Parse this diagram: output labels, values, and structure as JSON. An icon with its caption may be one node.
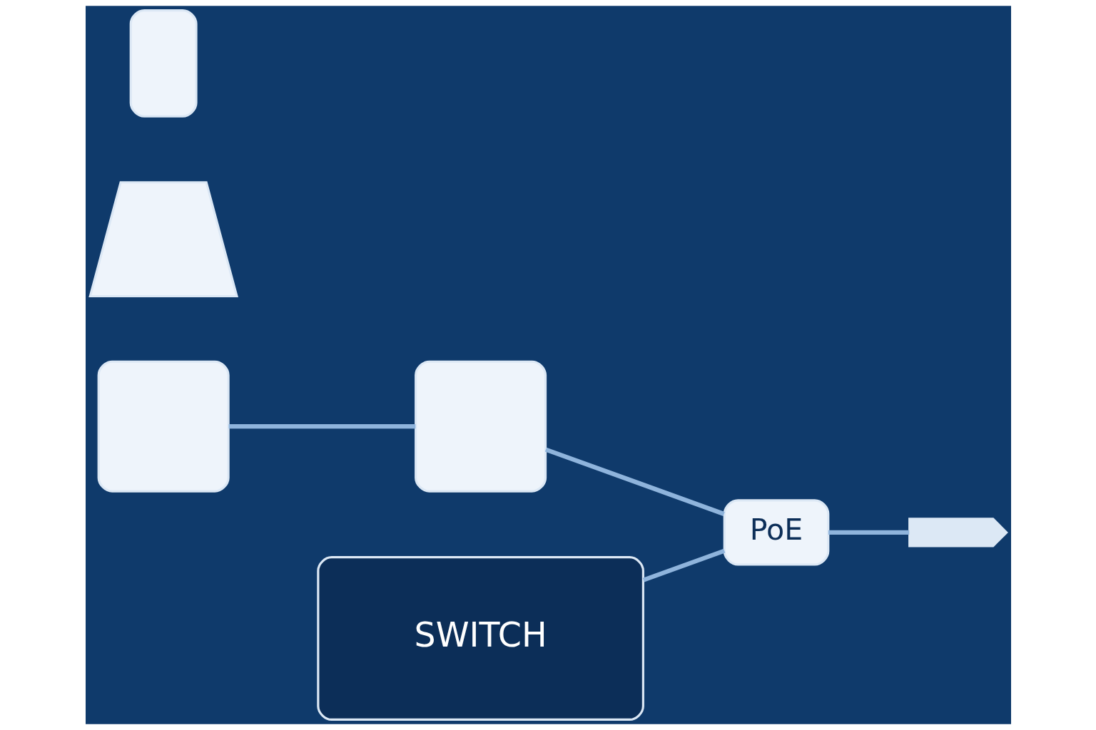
{
  "diagram": {
    "nodes": [
      {
        "text": [],
        "shape": "box"
      },
      {
        "text": [],
        "shape": "box"
      },
      {
        "text": [
          "SWITCH"
        ]
      },
      {
        "text": [],
        "shape": "laptop"
      },
      {
        "text": [],
        "shape": "phone"
      },
      {
        "text": [
          "PoE"
        ]
      },
      {
        "text": [],
        "shape": "plug"
      }
    ],
    "edges": [
      {
        "from": 0,
        "to": 1,
        "arrow": "none"
      },
      {
        "from": 1,
        "to": 5,
        "arrow": "none"
      },
      {
        "from": 2,
        "to": 5,
        "arrow": "none"
      },
      {
        "from": 5,
        "to": 6,
        "arrow": "none"
      }
    ]
  }
}
